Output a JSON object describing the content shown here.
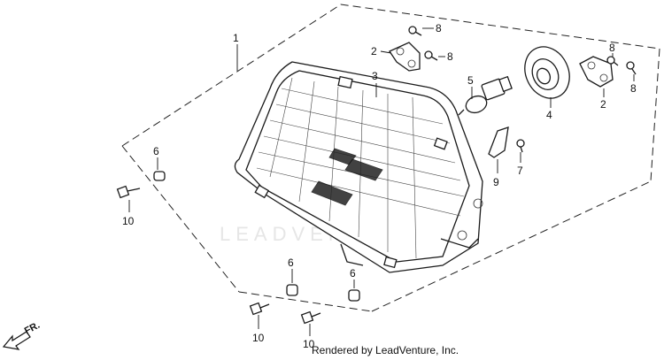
{
  "watermark": "LEADVENTURE",
  "footer": "Rendered by LeadVenture, Inc.",
  "direction_label": "FR.",
  "callouts": {
    "c1": "1",
    "c2a": "2",
    "c2b": "2",
    "c3": "3",
    "c4": "4",
    "c5": "5",
    "c6a": "6",
    "c6b": "6",
    "c6c": "6",
    "c7": "7",
    "c8a": "8",
    "c8b": "8",
    "c8c": "8",
    "c8d": "8",
    "c9": "9",
    "c10a": "10",
    "c10b": "10",
    "c10c": "10"
  }
}
